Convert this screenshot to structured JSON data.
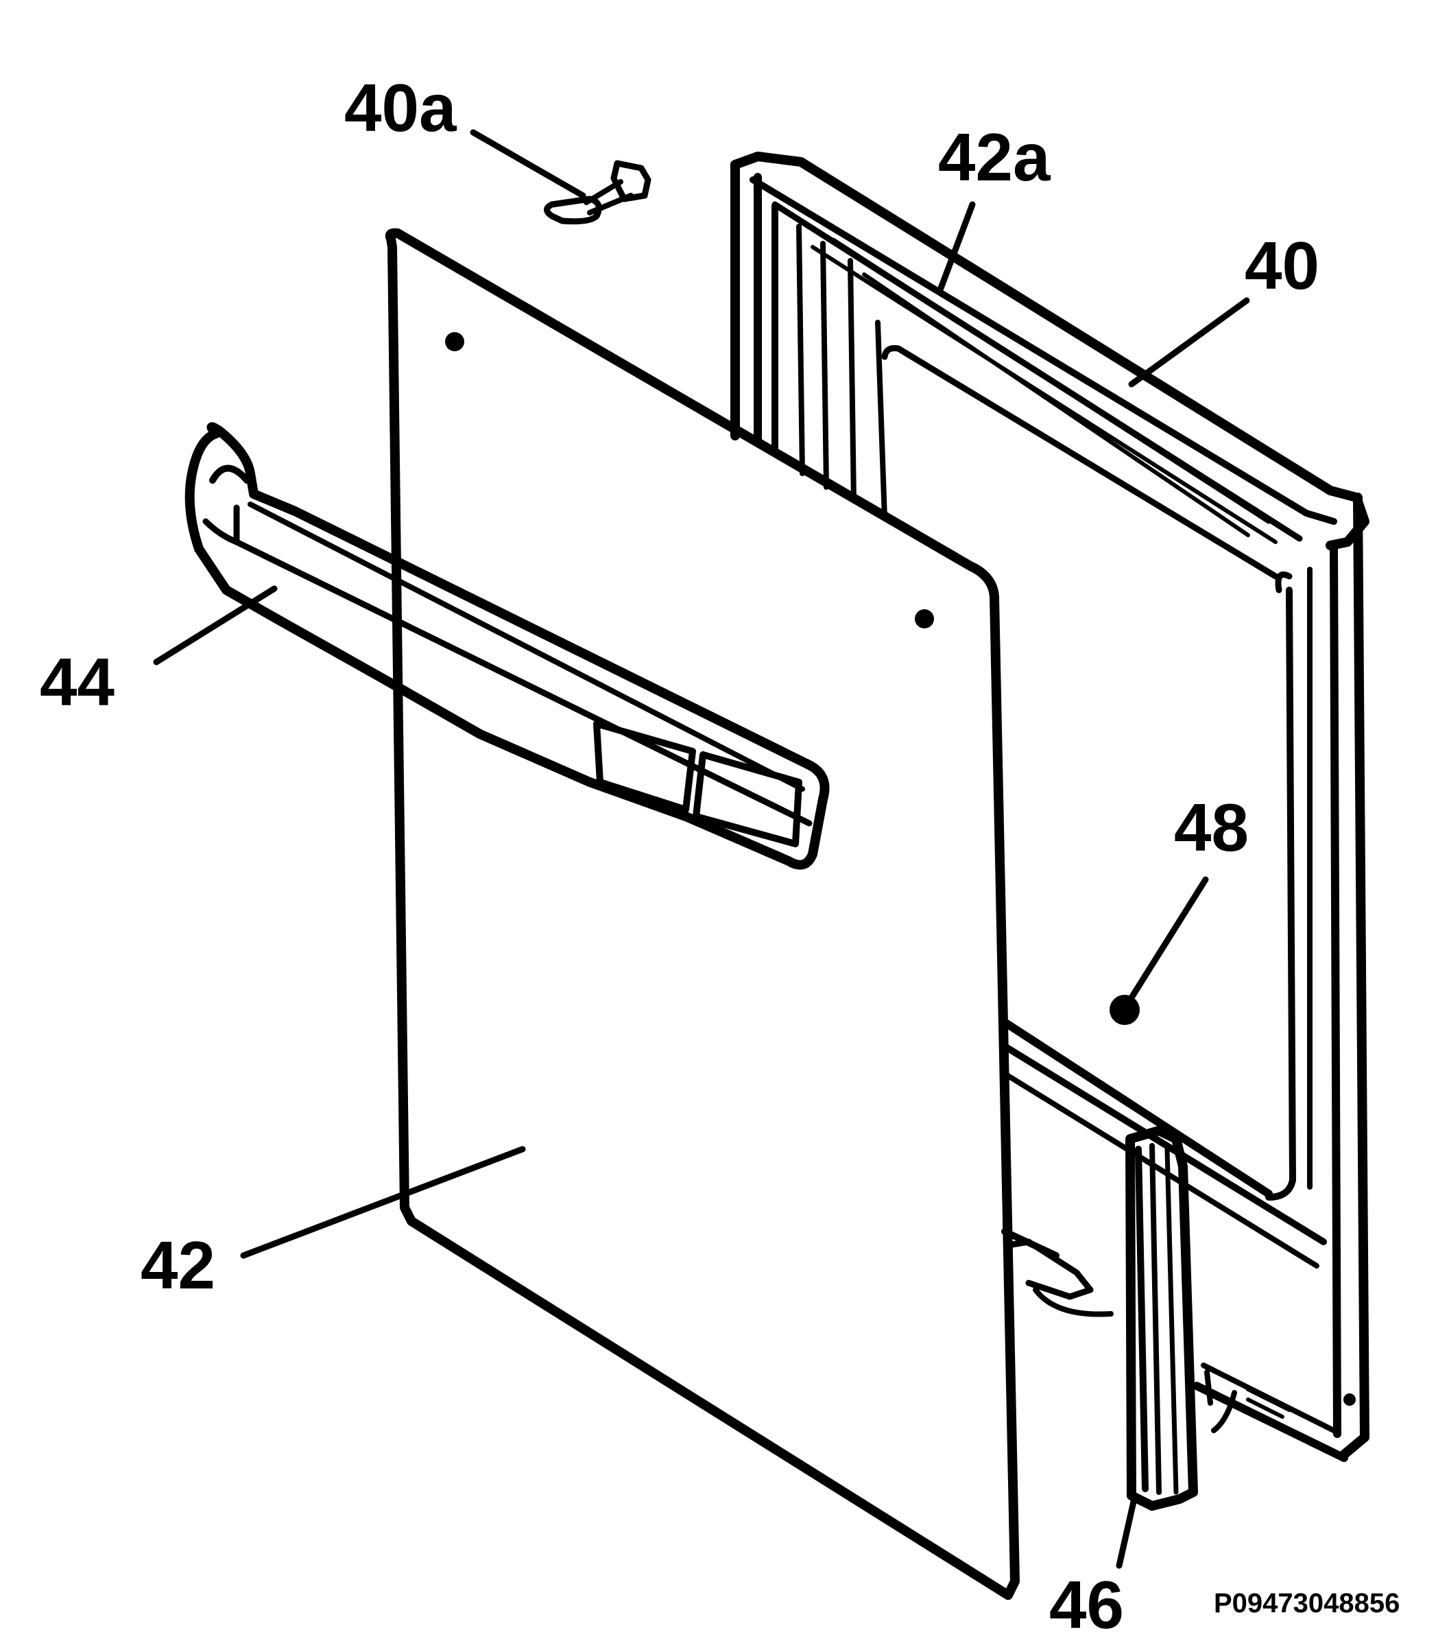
{
  "labels": {
    "l40a": "40a",
    "l42a": "42a",
    "l40": "40",
    "l44": "44",
    "l48": "48",
    "l42": "42",
    "l46": "46"
  },
  "figure_code": "P09473048856",
  "colors": {
    "ink": "#000000",
    "paper": "#ffffff"
  }
}
